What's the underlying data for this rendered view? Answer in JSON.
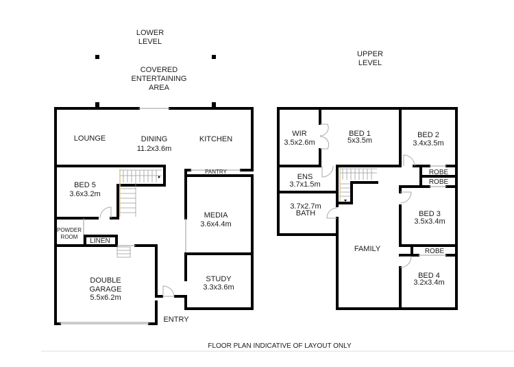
{
  "lower_level": {
    "title_line1": "LOWER",
    "title_line2": "LEVEL",
    "covered_area_line1": "COVERED",
    "covered_area_line2": "ENTERTAINING",
    "covered_area_line3": "AREA",
    "rooms": {
      "lounge": {
        "name": "LOUNGE"
      },
      "dining": {
        "name": "DINING",
        "size": "11.2x3.6m"
      },
      "kitchen": {
        "name": "KITCHEN"
      },
      "pantry": {
        "name": "PANTRY"
      },
      "bed5": {
        "name": "BED 5",
        "size": "3.6x3.2m"
      },
      "media": {
        "name": "MEDIA",
        "size": "3.6x4.4m"
      },
      "powder_room_line1": "POWDER",
      "powder_room_line2": "ROOM",
      "linen": {
        "name": "LINEN"
      },
      "garage_line1": "DOUBLE",
      "garage_line2": "GARAGE",
      "garage_size": "5.5x6.2m",
      "study": {
        "name": "STUDY",
        "size": "3.3x3.6m"
      },
      "entry": {
        "name": "ENTRY"
      }
    }
  },
  "upper_level": {
    "title_line1": "UPPER",
    "title_line2": "LEVEL",
    "rooms": {
      "wir": {
        "name": "WIR",
        "size": "3.5x2.6m"
      },
      "bed1": {
        "name": "BED 1",
        "size": "5x3.5m"
      },
      "bed2": {
        "name": "BED 2",
        "size": "3.4x3.5m"
      },
      "ens": {
        "name": "ENS",
        "size": "3.7x1.5m"
      },
      "bath": {
        "name": "BATH",
        "size": "3.7x2.7m"
      },
      "robe1": {
        "name": "ROBE"
      },
      "robe2": {
        "name": "ROBE"
      },
      "robe3": {
        "name": "ROBE"
      },
      "bed3": {
        "name": "BED 3",
        "size": "3.5x3.4m"
      },
      "family": {
        "name": "FAMILY"
      },
      "bed4": {
        "name": "BED 4",
        "size": "3.2x3.4m"
      }
    }
  },
  "footer": {
    "disclaimer": "FLOOR PLAN INDICATIVE OF LAYOUT ONLY"
  }
}
